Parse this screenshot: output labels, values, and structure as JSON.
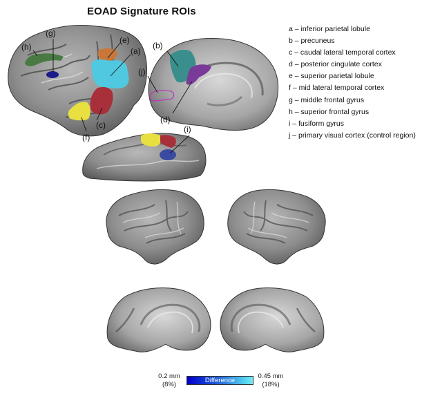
{
  "title": "EOAD Signature ROIs",
  "legend": [
    "a – inferior parietal lobule",
    "b – precuneus",
    "c – caudal lateral temporal cortex",
    "d – posterior cingulate cortex",
    "e – superior parietal lobule",
    "f – mid lateral temporal cortex",
    "g – middle frontal gyrus",
    "h – superior frontal gyrus",
    "i – fusiform gyrus",
    "j – primary visual cortex (control region)"
  ],
  "region_labels": {
    "a": "(a)",
    "b": "(b)",
    "c": "(c)",
    "d": "(d)",
    "e": "(e)",
    "f": "(f)",
    "g": "(g)",
    "h": "(h)",
    "i": "(i)",
    "j": "(j)"
  },
  "region_colors": {
    "a": "#4fc8e0",
    "b": "#3a8f8c",
    "c": "#a8303a",
    "d": "#7a3a9a",
    "e": "#c8763a",
    "f": "#e8e040",
    "g": "#1a1a8a",
    "h": "#4a7a44",
    "i": "#3a4aa0",
    "j": "#c030c0"
  },
  "views": {
    "top_lateral": "Left lateral surface with ROIs",
    "top_medial": "Left medial surface with ROIs",
    "top_inferior": "Inferior surface with ROIs",
    "bottom_left_lateral": "Left lateral difference map",
    "bottom_right_lateral": "Right lateral difference map",
    "bottom_left_medial": "Left medial difference map",
    "bottom_right_medial": "Right medial difference map"
  },
  "colorbar": {
    "label": "Difference",
    "min_value": "0.2 mm",
    "min_percent": "(8%)",
    "max_value": "0.45 mm",
    "max_percent": "(18%)",
    "color_low": "#0000c8",
    "color_high": "#7ae8f5"
  }
}
